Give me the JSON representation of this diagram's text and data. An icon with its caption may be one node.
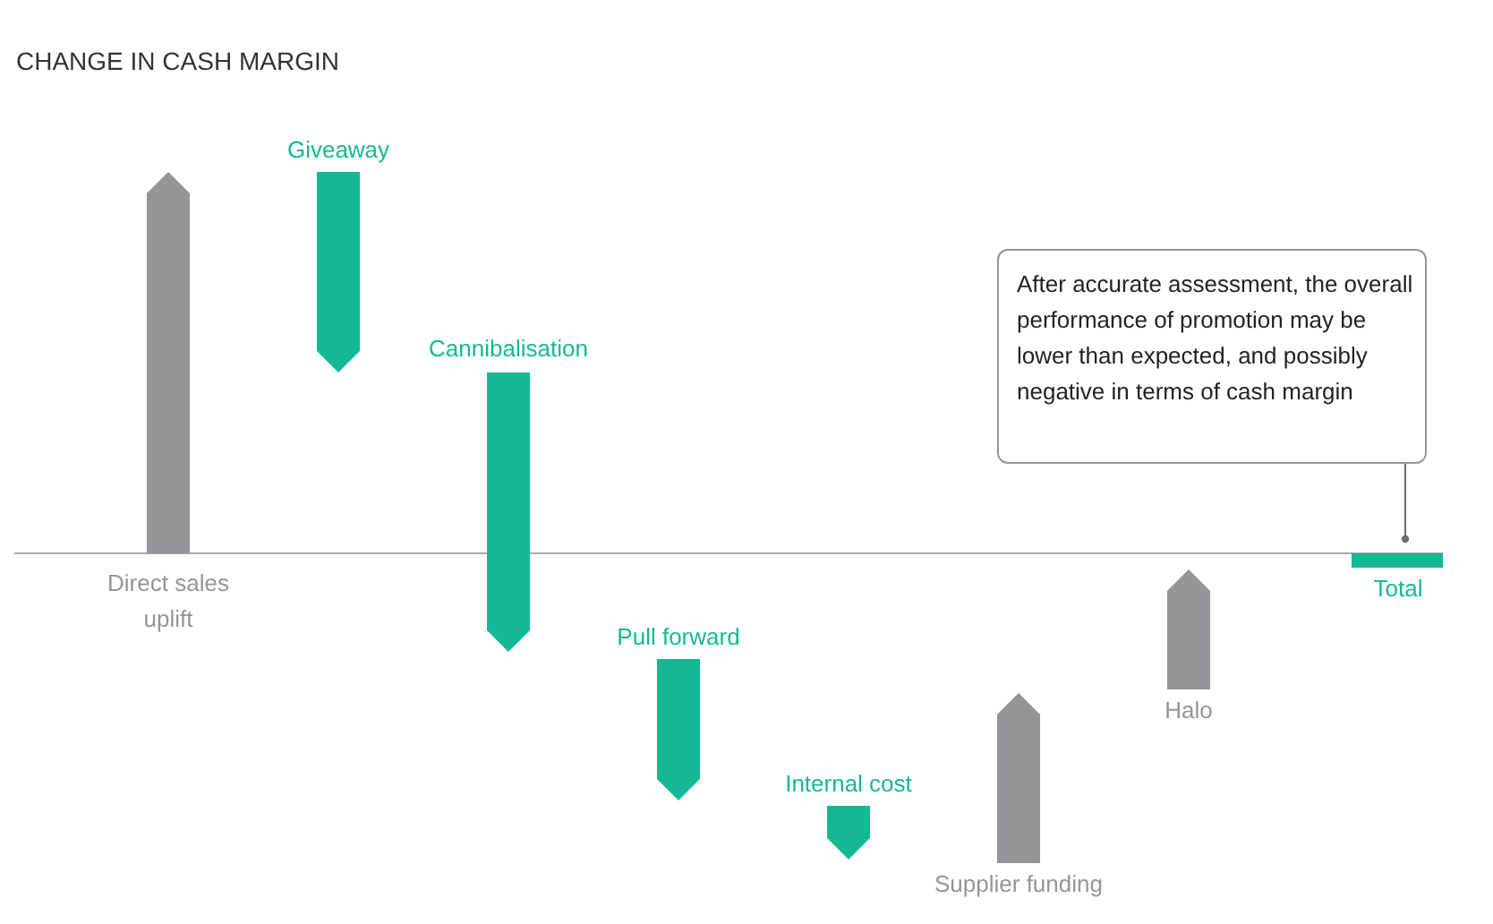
{
  "diagram": {
    "title": "CHANGE IN CASH MARGIN",
    "nodes": [
      {
        "text": [
          "Direct sales uplift"
        ]
      },
      {
        "text": [
          "Giveaway"
        ]
      },
      {
        "text": [
          "Cannibalisation"
        ]
      },
      {
        "text": [
          "Pull forward"
        ]
      },
      {
        "text": [
          "Internal cost"
        ]
      },
      {
        "text": [
          "Supplier funding"
        ]
      },
      {
        "text": [
          "Halo"
        ]
      },
      {
        "text": [
          "Total"
        ]
      },
      {
        "text": [
          "After accurate assessment, the overall performance of promotion may be lower than expected, and possibly negative in terms of cash margin"
        ]
      }
    ],
    "edges": [
      {
        "from": 8,
        "to": 7,
        "arrow": "other"
      }
    ]
  }
}
